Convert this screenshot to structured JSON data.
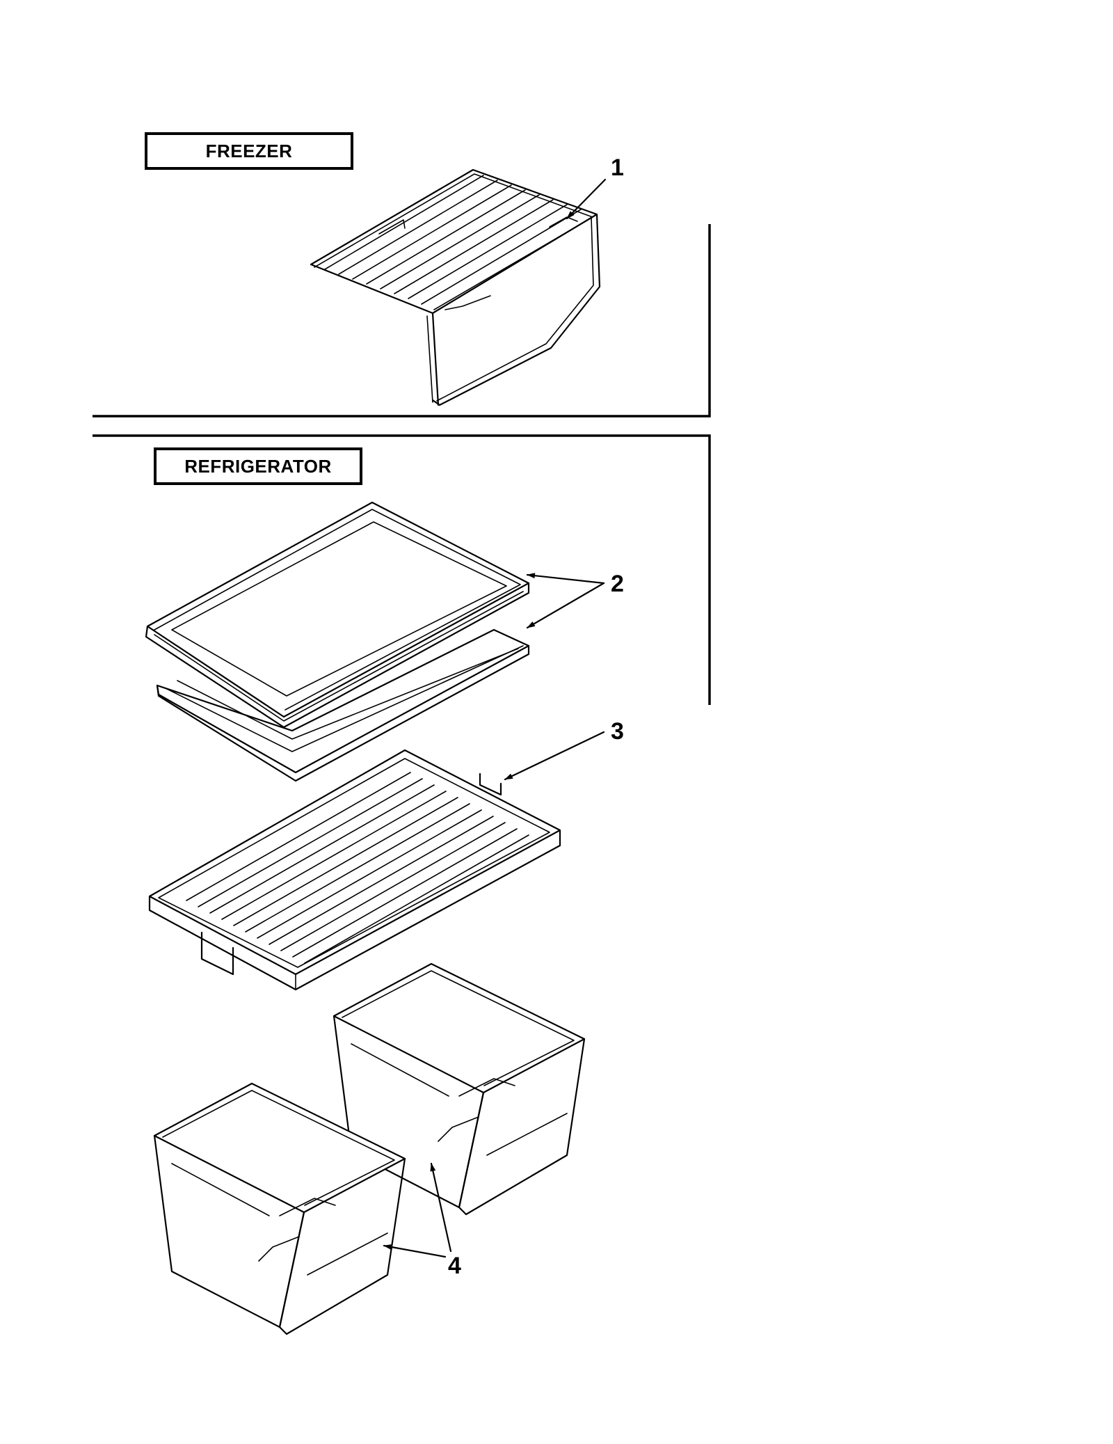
{
  "sections": {
    "freezer_label": "FREEZER",
    "refrigerator_label": "REFRIGERATOR"
  },
  "callouts": {
    "part_1": "1",
    "part_2": "2",
    "part_3": "3",
    "part_4": "4"
  }
}
